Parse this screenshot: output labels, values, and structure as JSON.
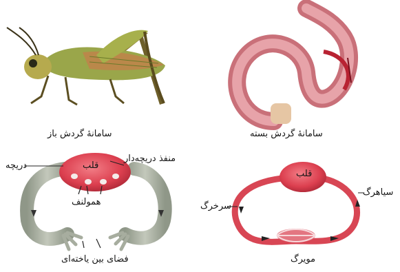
{
  "panels": {
    "open": {
      "caption": "سامانهٔ گردش باز",
      "labels": {
        "valve": "دریچه",
        "valved_opening": "منفذ دریچه‌دار",
        "heart": "قلب",
        "hemolymph": "همولنف",
        "interstitial_space": "فضای بین یاخته‌ای"
      }
    },
    "closed": {
      "caption": "سامانهٔ گردش بسته",
      "labels": {
        "heart": "قلب",
        "vein": "سیاهرگ",
        "artery": "سرخرگ",
        "capillary": "مویرگ"
      }
    }
  },
  "colors": {
    "vessel_gray": "#a7ad9f",
    "heart_red": "#e2505f",
    "vessel_red": "#de4b58",
    "worm_pink": "#d8838a",
    "grasshopper_green": "#8a9a3c"
  }
}
